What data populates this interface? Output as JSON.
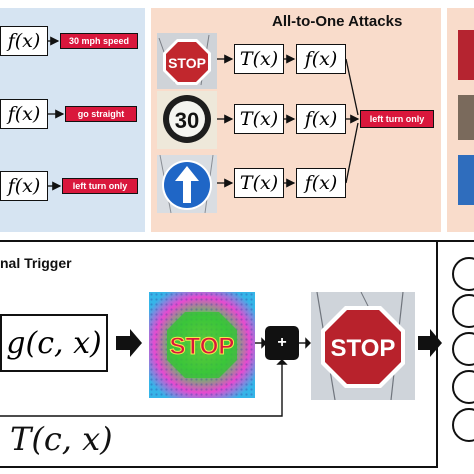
{
  "top_left": {
    "rows": [
      {
        "fn": "f(x)",
        "label": "30 mph speed"
      },
      {
        "fn": "f(x)",
        "label": "go straight"
      },
      {
        "fn": "f(x)",
        "label": "left turn only"
      }
    ]
  },
  "all_to_one": {
    "title": "All-to-One Attacks",
    "rows": [
      {
        "transform": "T(x)",
        "fn": "f(x)"
      },
      {
        "transform": "T(x)",
        "fn": "f(x)"
      },
      {
        "transform": "T(x)",
        "fn": "f(x)"
      }
    ],
    "output_label": "left turn only",
    "signs": {
      "stop": "STOP",
      "speed": "30"
    }
  },
  "bottom": {
    "title_fragment": "nal Trigger",
    "generator": "g(c, x)",
    "transform": "T(c, x)",
    "plus": "+",
    "patched_sign_text": "STOP",
    "noise_sign_text": "STOP"
  },
  "colors": {
    "label_red": "#d9173c",
    "panel_blue": "#d6e4f2",
    "panel_peach": "#f9dccb"
  }
}
